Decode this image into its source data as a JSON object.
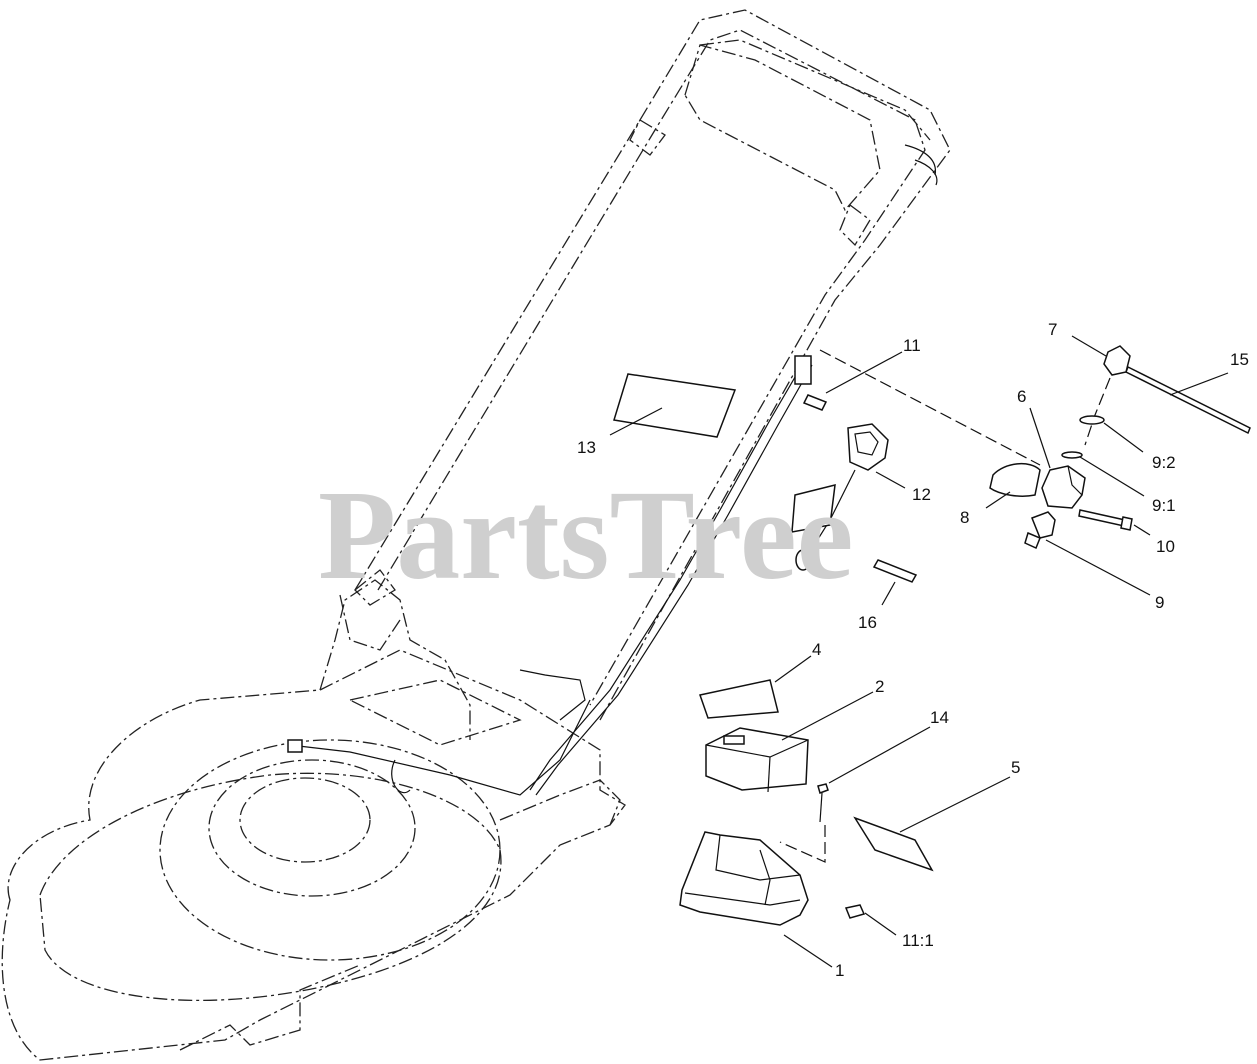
{
  "watermark": "PartsTree",
  "callouts": {
    "c1": "1",
    "c2": "2",
    "c4": "4",
    "c5": "5",
    "c6": "6",
    "c7": "7",
    "c8": "8",
    "c9": "9",
    "c9_1": "9:1",
    "c9_2": "9:2",
    "c10": "10",
    "c11": "11",
    "c11_1": "11:1",
    "c12": "12",
    "c13": "13",
    "c14": "14",
    "c15": "15",
    "c16": "16"
  },
  "colors": {
    "line": "#111111",
    "watermark": "#cfcfcf",
    "background": "#ffffff"
  }
}
